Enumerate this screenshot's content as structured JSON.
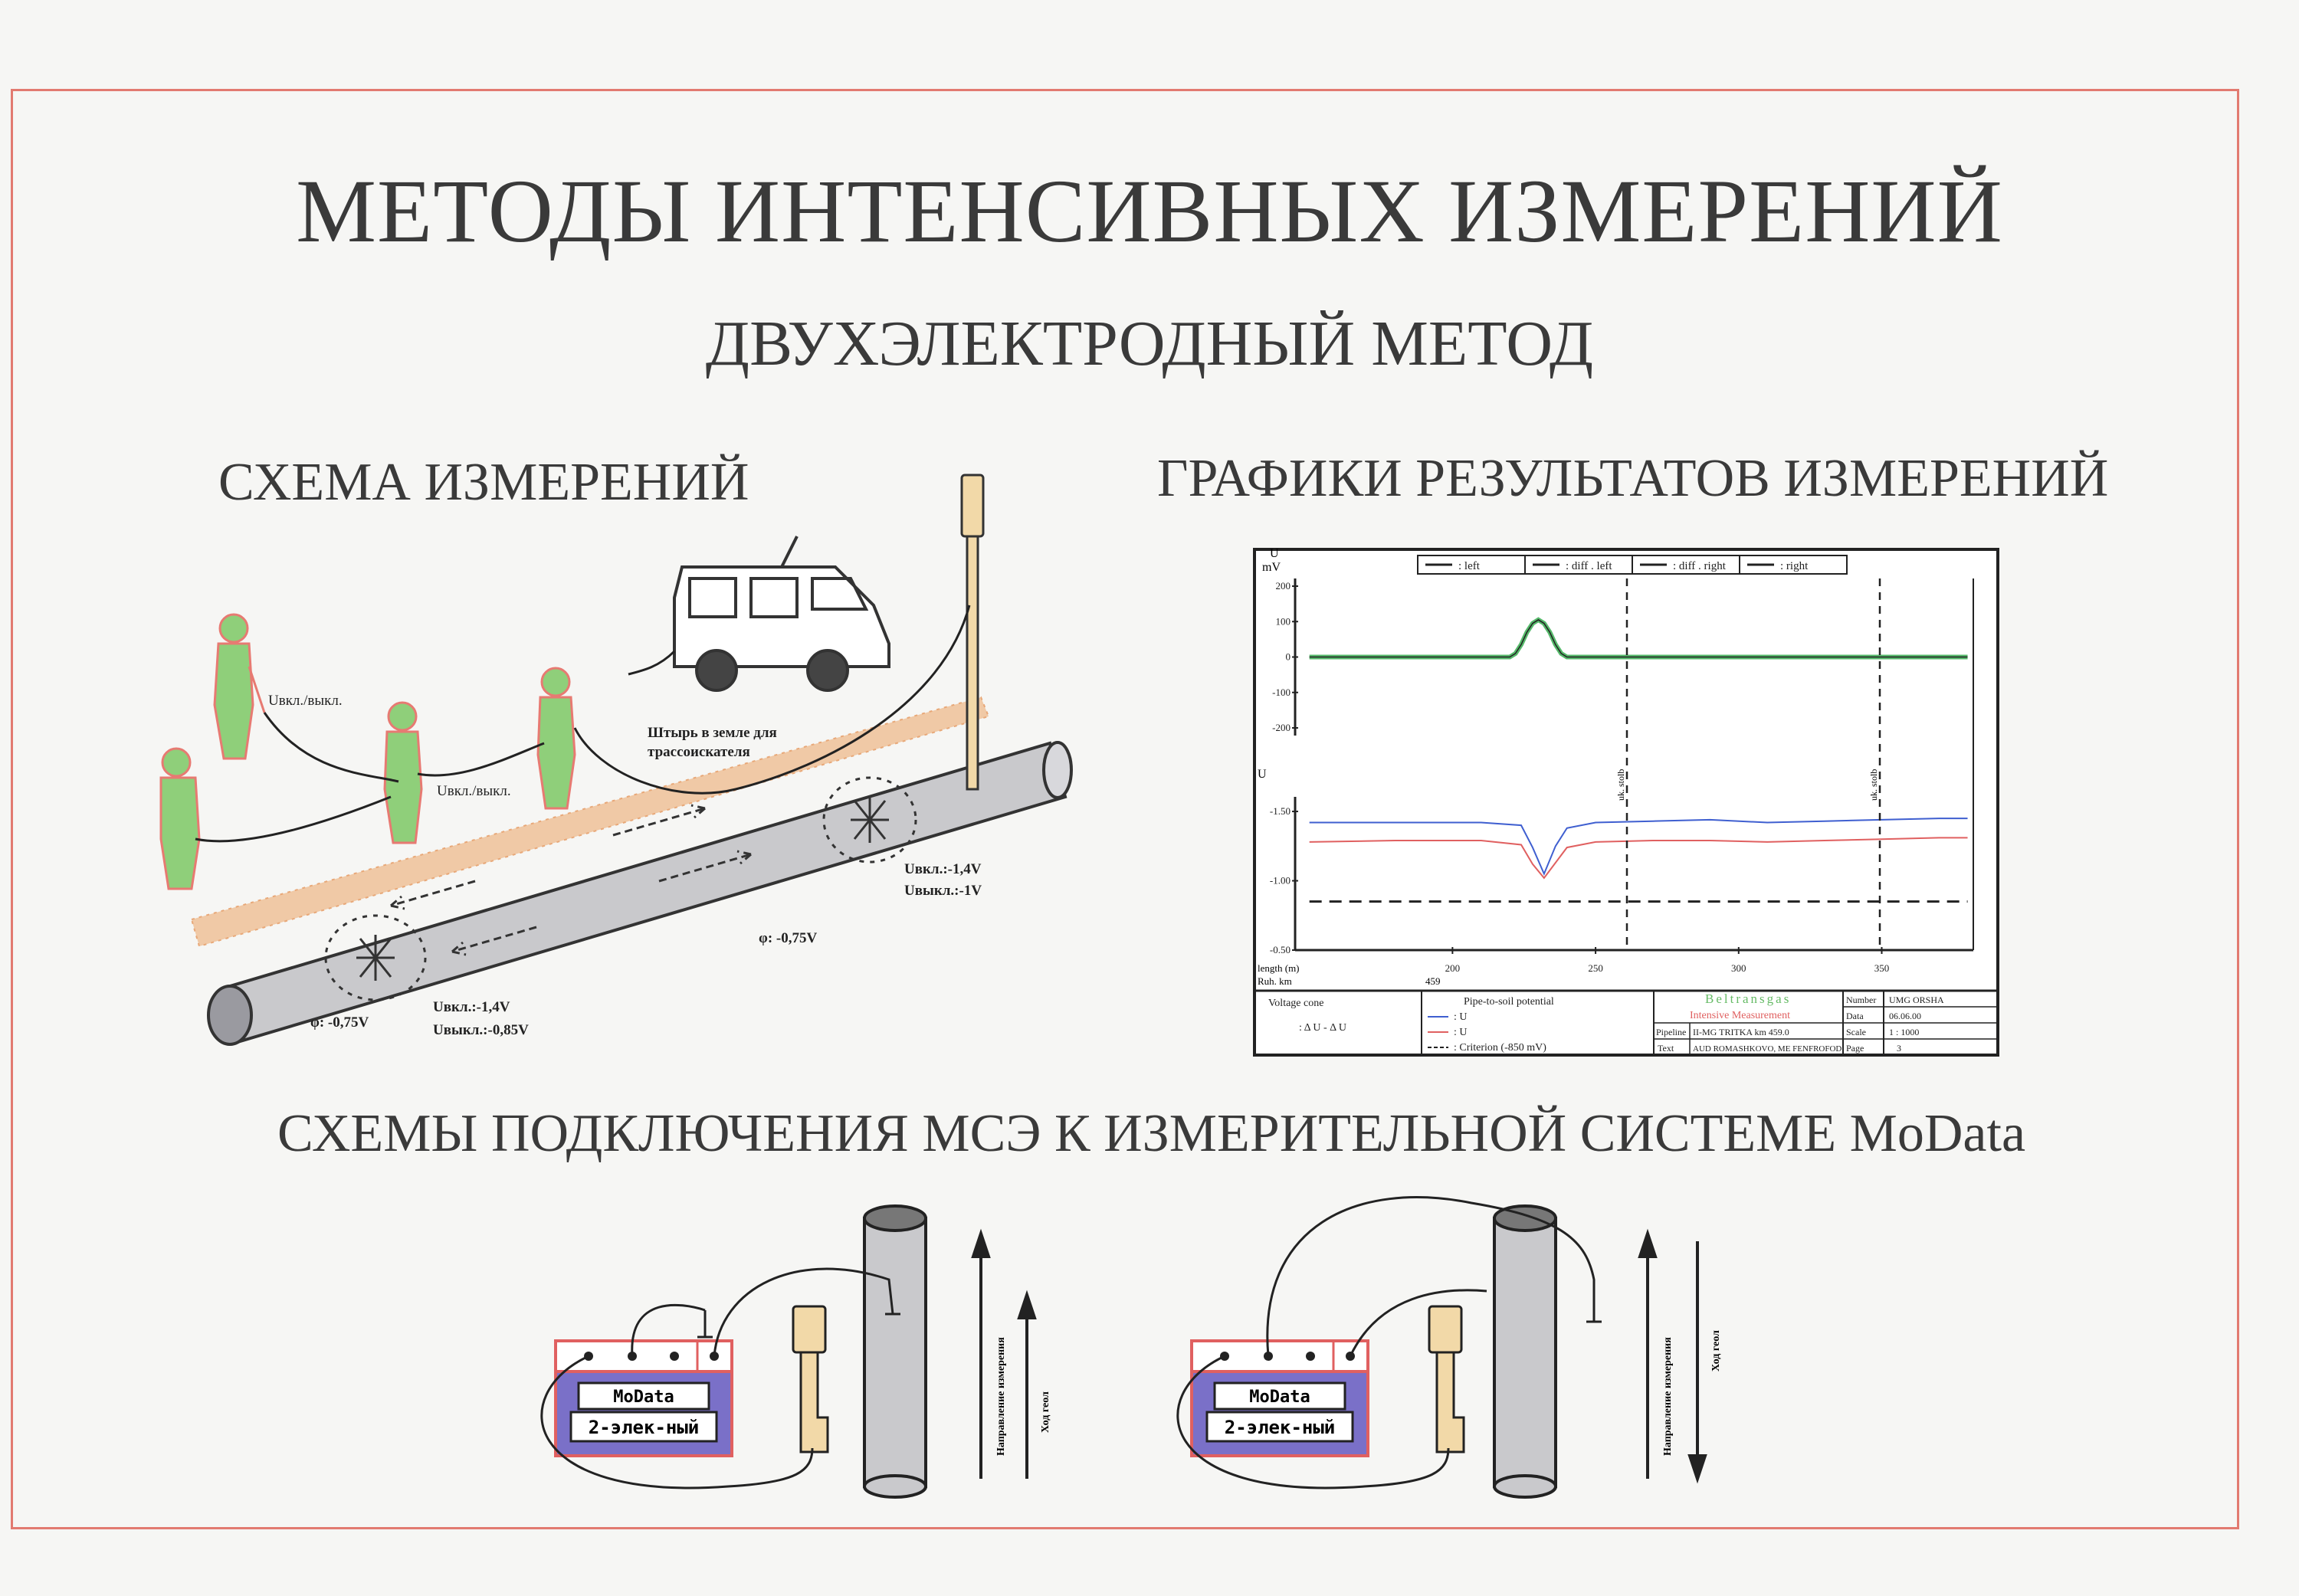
{
  "titles": {
    "main": "МЕТОДЫ ИНТЕНСИВНЫХ ИЗМЕРЕНИЙ",
    "sub": "ДВУХЭЛЕКТРОДНЫЙ МЕТОД",
    "scheme": "СХЕМА ИЗМЕРЕНИЙ",
    "graphs": "ГРАФИКИ РЕЗУЛЬТАТОВ ИЗМЕРЕНИЙ",
    "connection": "СХЕМЫ ПОДКЛЮЧЕНИЯ МСЭ К ИЗМЕРИТЕЛЬНОЙ СИСТЕМЕ  MoData"
  },
  "scheme": {
    "labels": {
      "u1": "Uвкл./выкл.",
      "u2": "Uвкл./выкл.",
      "pin_note_1": "Штырь в земле для",
      "pin_note_2": "трассоискателя",
      "d1_on": "Uвкл.:-1,4V",
      "d1_off": "Uвыкл.:-1V",
      "phi_mid": "φ: -0,75V",
      "phi_left": "φ: -0,75V",
      "d2_on": "Uвкл.:-1,4V",
      "d2_off": "Uвыкл.:-0,85V"
    },
    "colors": {
      "person": "#8fcf7a",
      "person_outline": "#e77a72",
      "pipe": "#b4b4b8",
      "soil": "#e8a878"
    }
  },
  "chart_panel": {
    "legend": [
      ": left",
      ": diff . left",
      ": diff . right",
      ": right"
    ],
    "upper_ylabel": [
      "U",
      "mV"
    ],
    "lower_ylabel": "U",
    "upper_yticks": [
      "200",
      "100",
      "0",
      "-100",
      "-200"
    ],
    "lower_yticks": [
      "-1.50",
      "-1.00",
      "-0.50"
    ],
    "xticks": [
      "200",
      "250",
      "300",
      "350"
    ],
    "axis_rows": [
      "length (m)",
      "Ruh. km"
    ],
    "km_value": "459",
    "markers": [
      "uk. stolb",
      "uk. stolb"
    ],
    "info": {
      "voltage_cone": "Voltage cone",
      "delta": ": Δ U  - Δ U",
      "pts_title": "Pipe-to-soil potential",
      "u_on": ": U",
      "u_off": ": U",
      "criterion": ": Criterion (-850 mV)",
      "company": "Beltransgas",
      "measurement": "Intensive  Measurement",
      "pipeline_label": "Pipeline",
      "pipeline_value": "II-MG  TRITKA km 459.0",
      "text_label": "Text",
      "text_value": "AUD ROMASHKOVO,  ME FENFROFOD",
      "meta_labels": [
        "Number",
        "Data",
        "Scale",
        "Page"
      ],
      "meta_values": [
        "UMG ORSHA",
        "06.06.00",
        "1 : 1000",
        "3"
      ]
    },
    "colors": {
      "diff": "#55b96a",
      "on": "#3f5fd0",
      "off": "#e06060"
    }
  },
  "chart_data": [
    {
      "type": "line",
      "title": "",
      "xlabel": "length (m)",
      "ylabel": "U mV",
      "xlim": [
        145,
        382
      ],
      "ylim": [
        -200,
        200
      ],
      "series": [
        {
          "name": "diff . left",
          "x": [
            150,
            220,
            222,
            224,
            226,
            228,
            230,
            232,
            234,
            236,
            238,
            240,
            242,
            244,
            380
          ],
          "y": [
            0,
            0,
            10,
            35,
            70,
            95,
            105,
            95,
            70,
            35,
            10,
            0,
            0,
            0,
            0
          ]
        }
      ]
    },
    {
      "type": "line",
      "title": "",
      "xlabel": "length (m)",
      "ylabel": "U",
      "xlim": [
        145,
        382
      ],
      "ylim": [
        -0.5,
        -1.55
      ],
      "series": [
        {
          "name": "U on",
          "x": [
            150,
            180,
            210,
            224,
            228,
            232,
            236,
            240,
            250,
            270,
            290,
            310,
            330,
            350,
            370,
            380
          ],
          "y": [
            -1.42,
            -1.42,
            -1.42,
            -1.4,
            -1.24,
            -1.05,
            -1.25,
            -1.38,
            -1.42,
            -1.43,
            -1.44,
            -1.42,
            -1.43,
            -1.44,
            -1.45,
            -1.45
          ]
        },
        {
          "name": "U off",
          "x": [
            150,
            180,
            210,
            224,
            228,
            232,
            236,
            240,
            250,
            270,
            290,
            310,
            330,
            350,
            370,
            380
          ],
          "y": [
            -1.28,
            -1.29,
            -1.29,
            -1.26,
            -1.12,
            -1.02,
            -1.13,
            -1.24,
            -1.28,
            -1.29,
            -1.29,
            -1.28,
            -1.29,
            -1.3,
            -1.31,
            -1.31
          ]
        },
        {
          "name": "Criterion (-850 mV)",
          "x": [
            150,
            380
          ],
          "y": [
            -0.85,
            -0.85
          ]
        }
      ]
    }
  ],
  "connection": {
    "left": {
      "device_name": "MoData",
      "device_mode": "2-элек-ный",
      "arrow_labels": [
        "Направление измерения",
        "Ход геол"
      ]
    },
    "right": {
      "device_name": "MoData",
      "device_mode": "2-элек-ный",
      "arrow_labels": [
        "Направление измерения",
        "Ход геол"
      ]
    }
  }
}
